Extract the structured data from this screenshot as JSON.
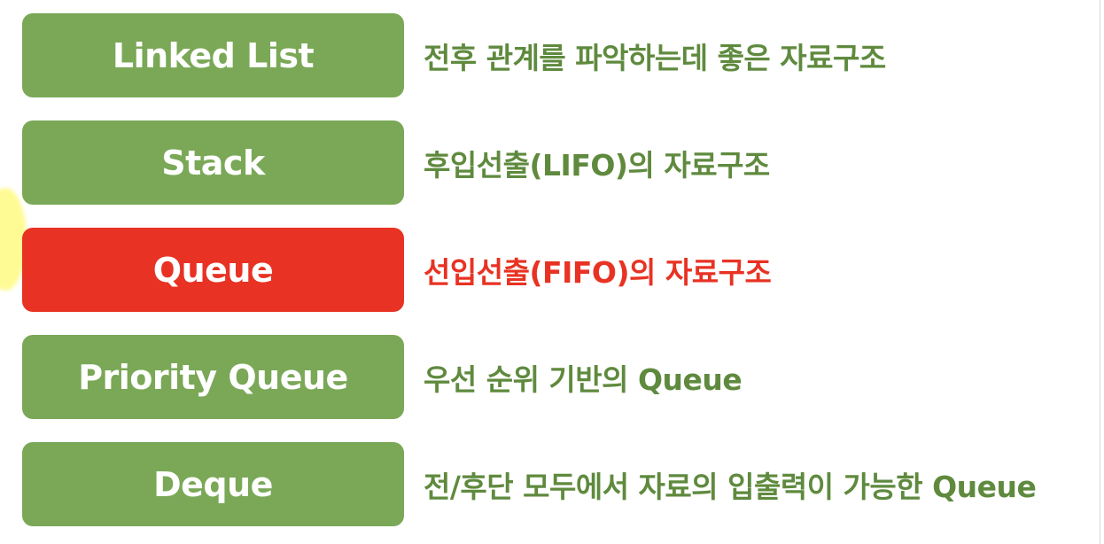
{
  "rows": [
    {
      "term": "Linked List",
      "description": "전후 관계를 파악하는데 좋은 자료구조",
      "active": false
    },
    {
      "term": "Stack",
      "description": "후입선출(LIFO)의 자료구조",
      "active": false
    },
    {
      "term": "Queue",
      "description": "선입선출(FIFO)의 자료구조",
      "active": true
    },
    {
      "term": "Priority Queue",
      "description": "우선 순위 기반의 Queue",
      "active": false
    },
    {
      "term": "Deque",
      "description": "전/후단 모두에서 자료의 입출력이 가능한 Queue",
      "active": false
    }
  ],
  "colors": {
    "box_default": "#7aa857",
    "box_active": "#e83223",
    "text_default": "#5f8a3e",
    "text_active": "#e83223"
  }
}
